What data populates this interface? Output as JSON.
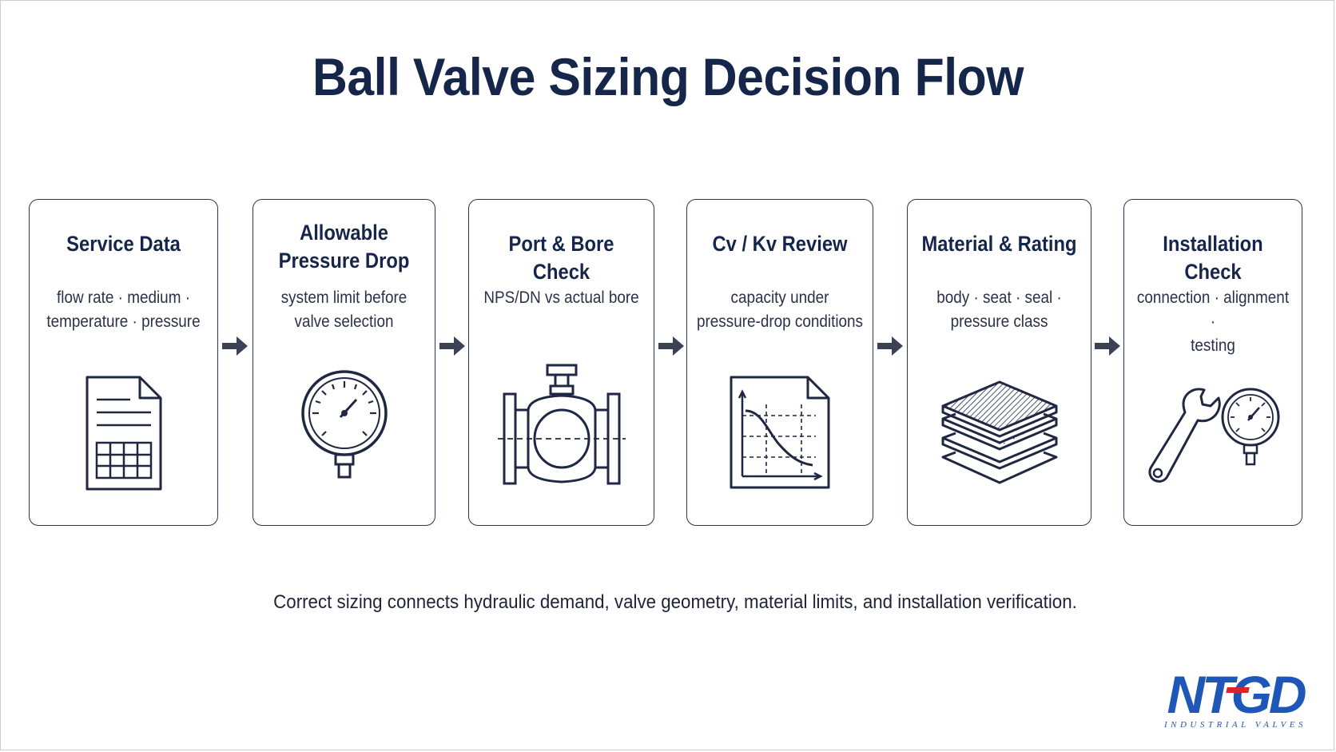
{
  "title": "Ball Valve Sizing Decision Flow",
  "steps": [
    {
      "title_lines": [
        "Service Data"
      ],
      "desc_lines": [
        "flow rate · medium ·",
        "temperature · pressure"
      ],
      "icon": "spreadsheet-document-icon"
    },
    {
      "title_lines": [
        "Allowable",
        "Pressure Drop"
      ],
      "desc_lines": [
        "system limit before",
        "valve selection"
      ],
      "icon": "pressure-gauge-icon"
    },
    {
      "title_lines": [
        "Port & Bore Check"
      ],
      "desc_lines": [
        "NPS/DN vs actual bore"
      ],
      "icon": "ball-valve-icon"
    },
    {
      "title_lines": [
        "Cv / Kv Review"
      ],
      "desc_lines": [
        "capacity under",
        "pressure-drop conditions"
      ],
      "icon": "flow-curve-document-icon"
    },
    {
      "title_lines": [
        "Material & Rating"
      ],
      "desc_lines": [
        "body · seat · seal ·",
        "pressure class"
      ],
      "icon": "material-layers-icon"
    },
    {
      "title_lines": [
        "Installation Check"
      ],
      "desc_lines": [
        "connection · alignment ·",
        "testing"
      ],
      "icon": "wrench-gauge-icon"
    }
  ],
  "footer": "Correct sizing connects hydraulic demand, valve geometry, material limits, and installation verification.",
  "logo": {
    "mark": "NTGD",
    "subtitle": "INDUSTRIAL VALVES",
    "primary_color": "#1f57b8",
    "accent_color": "#d6262b"
  },
  "colors": {
    "title": "#15264a",
    "border": "#2a3550",
    "arrow": "#3c4256"
  }
}
